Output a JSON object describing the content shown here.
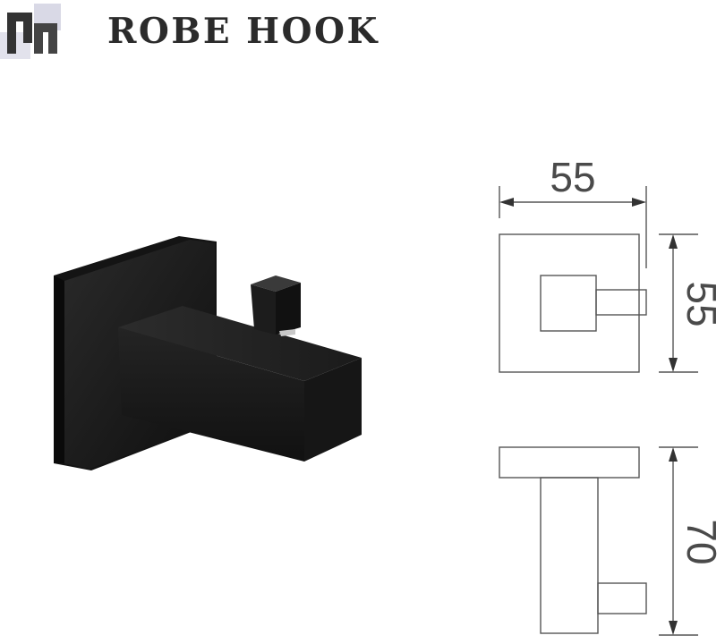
{
  "title": "ROBE HOOK",
  "dimensions": {
    "width": "55",
    "height": "55",
    "depth": "70"
  },
  "colors": {
    "title_text": "#2b2b2b",
    "product_body": "#1a1a1a",
    "line_art": "#555555"
  },
  "icons": {
    "logo": "brand-logo-icon"
  }
}
